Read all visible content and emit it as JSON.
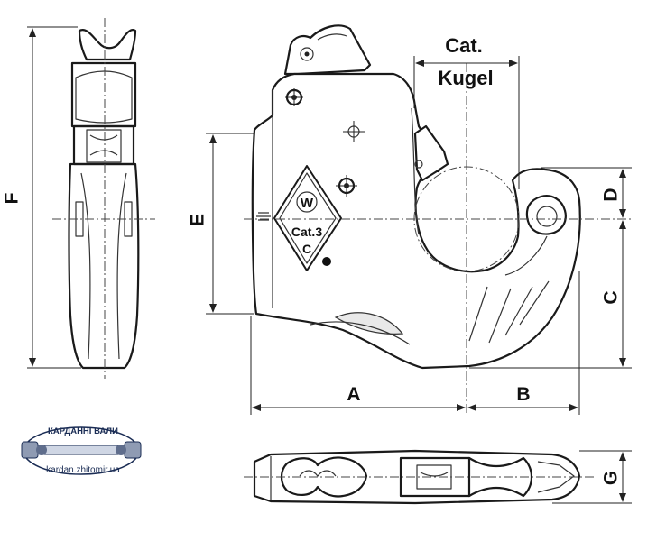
{
  "labels": {
    "F": "F",
    "E": "E",
    "A": "A",
    "B": "B",
    "C": "C",
    "D": "D",
    "G": "G",
    "cat_line1": "Cat.",
    "cat_line2": "Kugel"
  },
  "emblem": {
    "letter": "W",
    "category": "Cat.3",
    "sub": "C"
  },
  "watermark": {
    "title": "КАРДАННІ ВАЛИ",
    "url": "kardan.zhitomir.ua",
    "accent": "#1b2d55"
  }
}
